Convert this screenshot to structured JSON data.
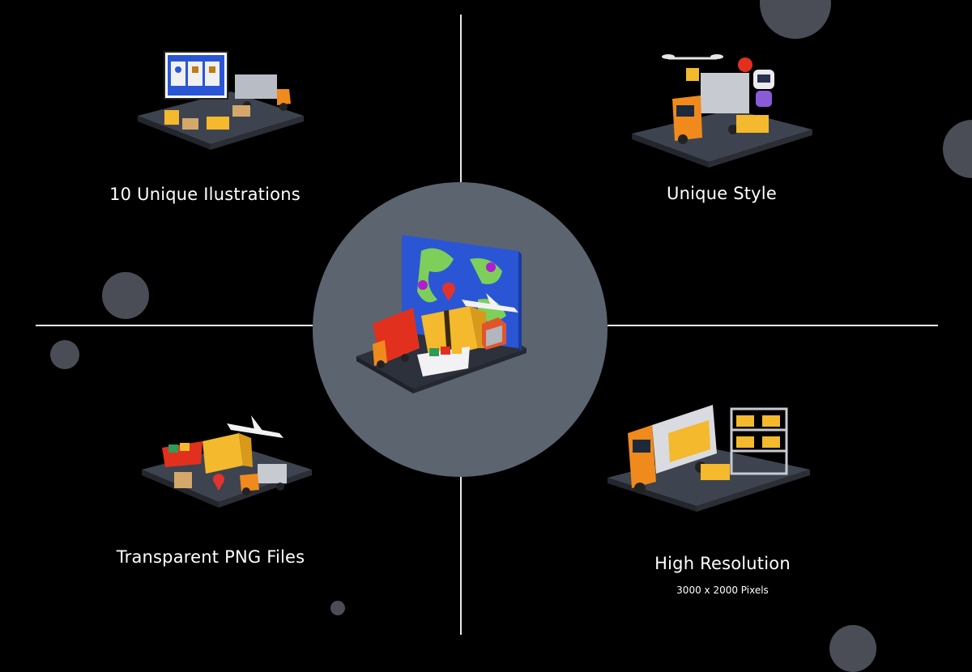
{
  "colors": {
    "background": "#000000",
    "center_circle": "#5c6470",
    "divider": "#e9e9e9",
    "platform": "#3e4350",
    "truck_orange": "#f08a1c",
    "box_yellow": "#f4b92c",
    "map_blue": "#2a56d6",
    "map_land": "#7ecf5a"
  },
  "features": [
    {
      "label": "10 Unique Ilustrations",
      "icon": "monitor-truck-forklift-icon"
    },
    {
      "label": "Unique Style",
      "icon": "drone-truck-robot-icon"
    },
    {
      "label": "Transparent PNG Files",
      "icon": "ship-plane-truck-boxes-icon"
    },
    {
      "label": "High Resolution",
      "sublabel": "3000 x 2000 Pixels",
      "icon": "truck-warehouse-shelf-icon"
    }
  ],
  "center": {
    "icon": "logistics-map-icon"
  }
}
